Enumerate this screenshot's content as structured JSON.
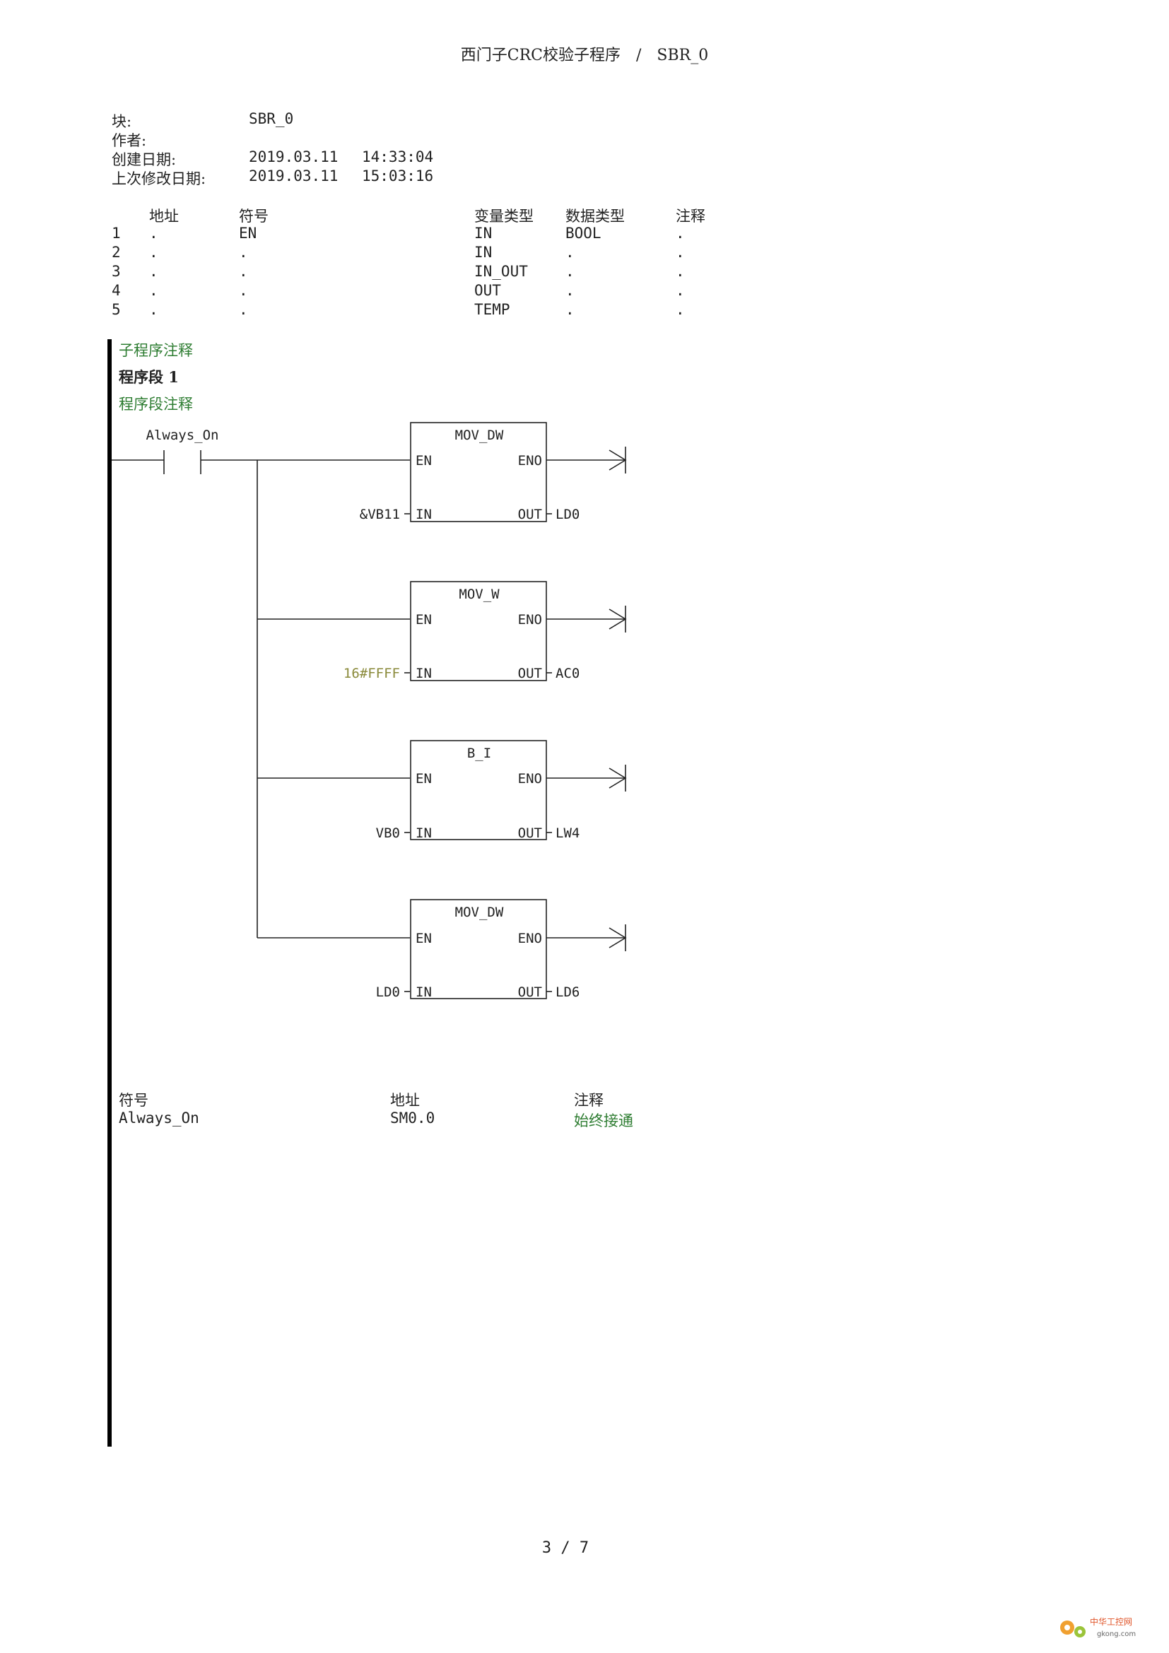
{
  "header": {
    "title": "西门子CRC校验子程序　/　SBR_0"
  },
  "block_info": {
    "block_label": "块:",
    "block_value": "SBR_0",
    "author_label": "作者:",
    "created_label": "创建日期:",
    "created_date": "2019.03.11",
    "created_time": "14:33:04",
    "modified_label": "上次修改日期:",
    "modified_date": "2019.03.11",
    "modified_time": "15:03:16"
  },
  "var_table": {
    "headers": {
      "address": "地址",
      "symbol": "符号",
      "var_type": "变量类型",
      "data_type": "数据类型",
      "comment": "注释"
    },
    "rows": [
      {
        "num": "1",
        "address": ".",
        "symbol": "EN",
        "var_type": "IN",
        "data_type": "BOOL",
        "comment": "."
      },
      {
        "num": "2",
        "address": ".",
        "symbol": ".",
        "var_type": "IN",
        "data_type": ".",
        "comment": "."
      },
      {
        "num": "3",
        "address": ".",
        "symbol": ".",
        "var_type": "IN_OUT",
        "data_type": ".",
        "comment": "."
      },
      {
        "num": "4",
        "address": ".",
        "symbol": ".",
        "var_type": "OUT",
        "data_type": ".",
        "comment": "."
      },
      {
        "num": "5",
        "address": ".",
        "symbol": ".",
        "var_type": "TEMP",
        "data_type": ".",
        "comment": "."
      }
    ]
  },
  "program": {
    "subroutine_comment": "子程序注释",
    "network_title": "程序段 1",
    "network_comment": "程序段注释",
    "contact_label": "Always_On",
    "boxes": [
      {
        "name": "MOV_DW",
        "en": "EN",
        "eno": "ENO",
        "in": "IN",
        "out": "OUT",
        "in_operand": "&VB11",
        "out_operand": "LD0"
      },
      {
        "name": "MOV_W",
        "en": "EN",
        "eno": "ENO",
        "in": "IN",
        "out": "OUT",
        "in_operand": "16#FFFF",
        "out_operand": "AC0"
      },
      {
        "name": "B_I",
        "en": "EN",
        "eno": "ENO",
        "in": "IN",
        "out": "OUT",
        "in_operand": "VB0",
        "out_operand": "LW4"
      },
      {
        "name": "MOV_DW",
        "en": "EN",
        "eno": "ENO",
        "in": "IN",
        "out": "OUT",
        "in_operand": "LD0",
        "out_operand": "LD6"
      }
    ]
  },
  "symbol_table": {
    "headers": {
      "symbol": "符号",
      "address": "地址",
      "comment": "注释"
    },
    "rows": [
      {
        "symbol": "Always_On",
        "address": "SM0.0",
        "comment": "始终接通"
      }
    ]
  },
  "footer": {
    "page_number": "3 / 7"
  },
  "watermark": {
    "logo_text": "中华工控网",
    "url": "gkong.com"
  },
  "colors": {
    "comment_green": "#2e7d32",
    "constant_olive": "#8a8a3a"
  }
}
